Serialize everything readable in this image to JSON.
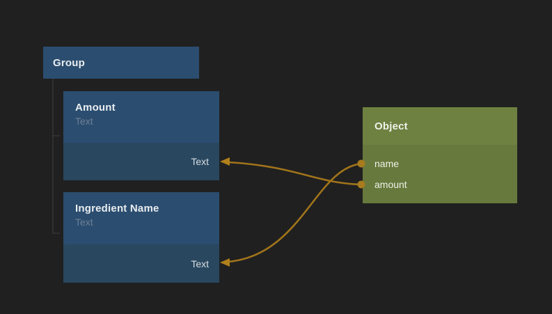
{
  "colors": {
    "background": "#202020",
    "node_blue_header": "#2b4d70",
    "node_blue_port": "#29475f",
    "group_box": "#2b4d6f",
    "object_green_header": "#6e8140",
    "object_green_body": "#67793c",
    "edge": "#a1741a",
    "port_dot": "#a87b1e",
    "arrowhead": "#b1801c",
    "tree_line": "#3f3f41",
    "title_text": "#e9edf0",
    "subtitle_text": "#6f8194"
  },
  "group": {
    "label": "Group"
  },
  "field_nodes": [
    {
      "title": "Amount",
      "subtitle": "Text",
      "output_label": "Text"
    },
    {
      "title": "Ingredient Name",
      "subtitle": "Text",
      "output_label": "Text"
    }
  ],
  "object_node": {
    "title": "Object",
    "fields": [
      {
        "label": "name"
      },
      {
        "label": "amount"
      }
    ]
  },
  "connections": [
    {
      "from": "Object.name",
      "to": "Ingredient Name.Text"
    },
    {
      "from": "Object.amount",
      "to": "Amount.Text"
    }
  ]
}
